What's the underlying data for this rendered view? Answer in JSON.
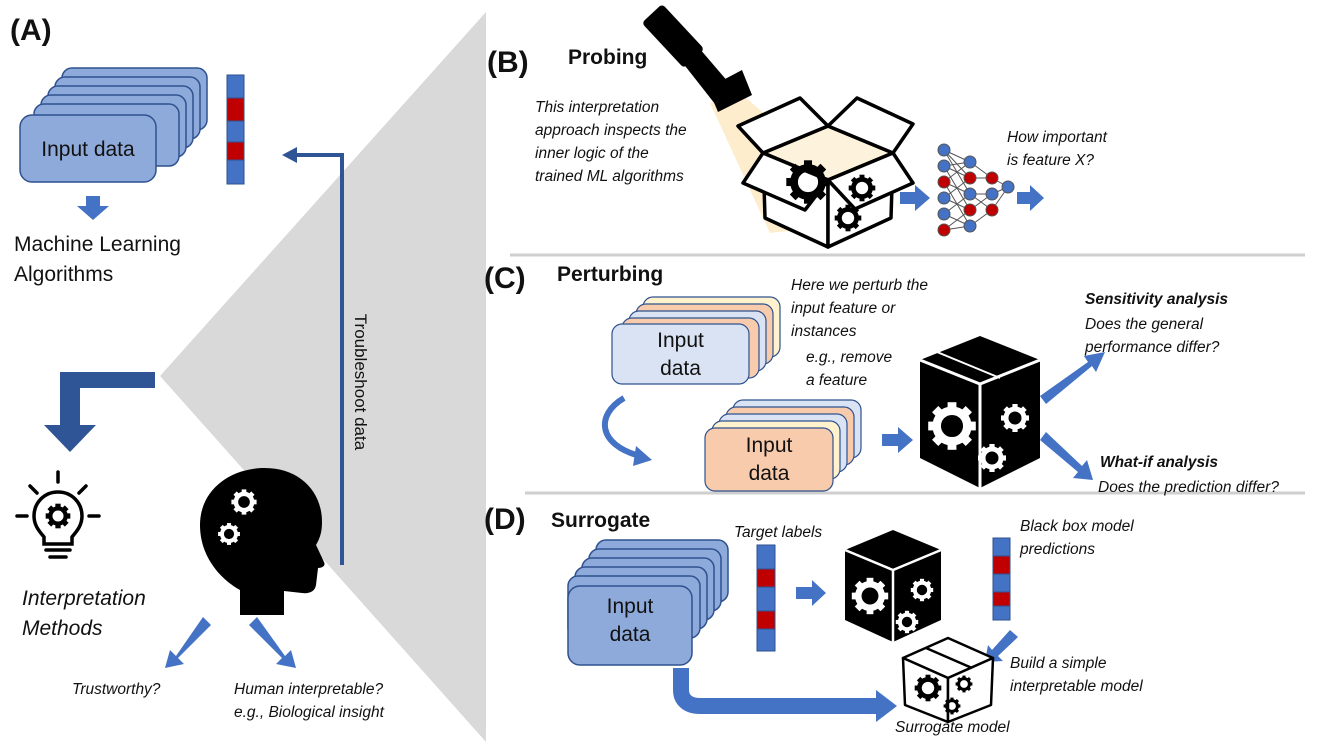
{
  "panels": {
    "a": {
      "label": "(A)",
      "input_card": "Input data",
      "ml_line1": "Machine Learning",
      "ml_line2": "Algorithms",
      "interp_line1": "Interpretation",
      "interp_line2": "Methods",
      "trustworthy": "Trustworthy?",
      "human_line1": "Human interpretable?",
      "human_line2": "e.g., Biological insight",
      "troubleshoot": "Troubleshoot data"
    },
    "b": {
      "label": "(B)",
      "title": "Probing",
      "desc": [
        "This interpretation",
        "approach inspects the",
        "inner logic of the",
        "trained ML algorithms"
      ],
      "question": [
        "How important",
        "is feature X?"
      ]
    },
    "c": {
      "label": "(C)",
      "title": "Perturbing",
      "desc": [
        "Here we perturb the",
        "input feature or",
        "instances"
      ],
      "example": [
        "e.g., remove",
        "a feature"
      ],
      "card1": [
        "Input",
        "data"
      ],
      "card2": [
        "Input",
        "data"
      ],
      "sens_title": "Sensitivity analysis",
      "sens_desc": [
        "Does the general",
        "performance differ?"
      ],
      "whatif_title": "What-if analysis",
      "whatif_desc": "Does the prediction differ?"
    },
    "d": {
      "label": "(D)",
      "title": "Surrogate",
      "target": "Target labels",
      "card": [
        "Input",
        "data"
      ],
      "blackbox": [
        "Black box model",
        "predictions"
      ],
      "build": [
        "Build a simple",
        "interpretable model"
      ],
      "surrogate": "Surrogate model"
    }
  },
  "colors": {
    "blue_card": "#8eaadb",
    "blue_border": "#2f528f",
    "arrow_blue": "#4472c4",
    "red_cell": "#c00000",
    "gray_triangle": "#d9d9d9",
    "peach": "#f8cbad",
    "light_yellow": "#fff2cc",
    "light_blue_card": "#dae3f3"
  }
}
